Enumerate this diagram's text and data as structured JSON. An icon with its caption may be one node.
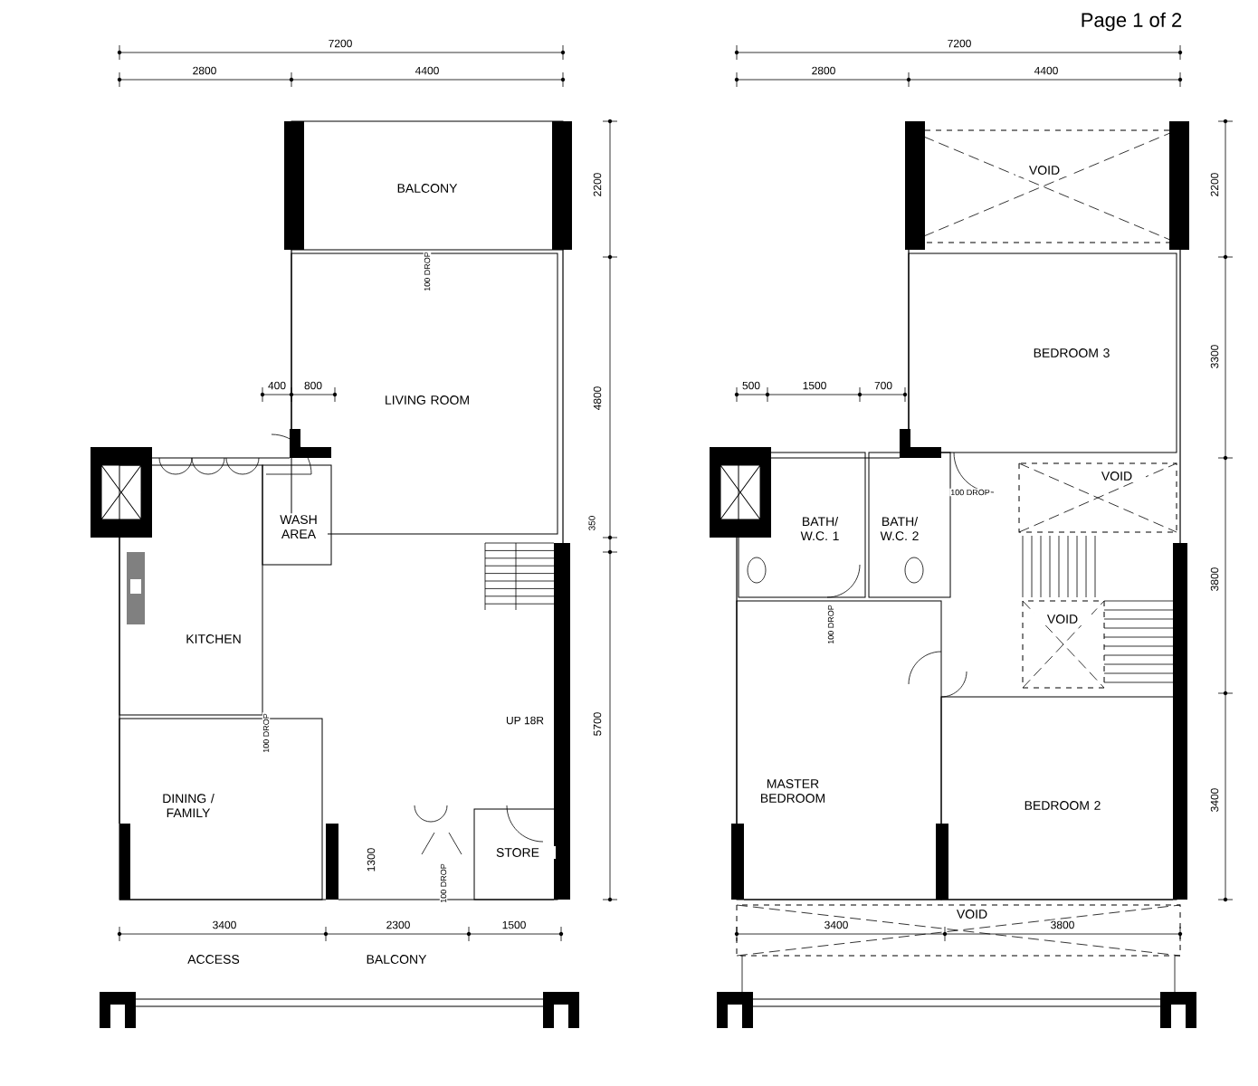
{
  "diagram": {
    "nodes": [
      {
        "text": [
          "BALCONY"
        ]
      },
      {
        "text": [
          "LIVING ROOM"
        ]
      },
      {
        "text": [
          "WASH AREA"
        ]
      },
      {
        "text": [
          "KITCHEN"
        ]
      },
      {
        "text": [
          "DINING / FAMILY"
        ]
      },
      {
        "text": [
          "STORE"
        ]
      },
      {
        "text": [
          "VOID"
        ]
      },
      {
        "text": [
          "BEDROOM 3"
        ]
      },
      {
        "text": [
          "VOID"
        ]
      },
      {
        "text": [
          "BATH/ W.C. 1"
        ]
      },
      {
        "text": [
          "BATH/ W.C. 2"
        ]
      },
      {
        "text": [
          "VOID"
        ]
      },
      {
        "text": [
          "MASTER BEDROOM"
        ]
      },
      {
        "text": [
          "BEDROOM 2"
        ]
      },
      {
        "text": [
          "VOID"
        ]
      }
    ],
    "labels": [
      "Page 1 of 2",
      "7200",
      "7200",
      "2800",
      "4400",
      "2800",
      "4400",
      "2200",
      "2200",
      "100 DROP",
      "400",
      "800",
      "500",
      "1500",
      "700",
      "4800",
      "3300",
      "100 DROP",
      "350",
      "3800",
      "100 DROP",
      "100 DROP",
      "UP 18R",
      "5700",
      "3400",
      "1300",
      "100 DROP",
      "3400",
      "2300",
      "1500",
      "3400",
      "3800",
      "ACCESS",
      "BALCONY"
    ]
  }
}
